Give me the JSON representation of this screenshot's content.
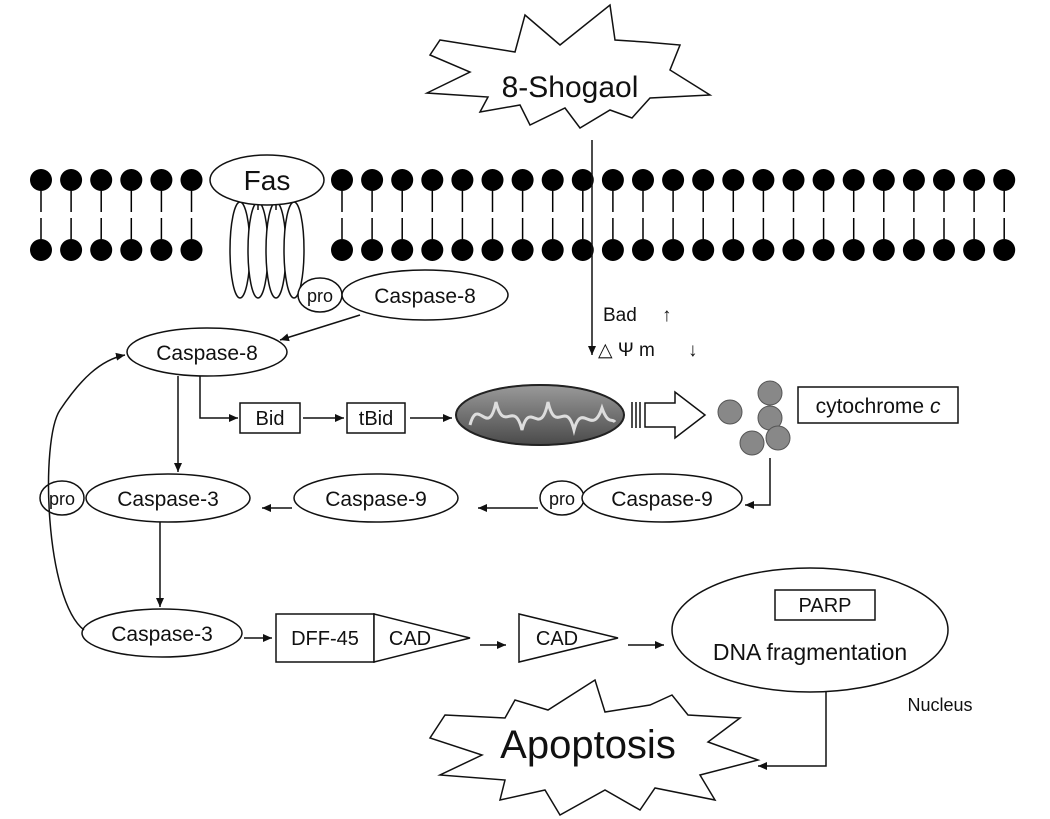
{
  "colors": {
    "lipid": "#000000",
    "cytochrome_dot": "#888888",
    "mitochondrion": "#6e6e6e"
  },
  "drug": "8-Shogaol",
  "receptor": "Fas",
  "labels": {
    "pro": "pro",
    "caspase8": "Caspase-8",
    "caspase3": "Caspase-3",
    "caspase9": "Caspase-9",
    "bid": "Bid",
    "tbid": "tBid",
    "bad": "Bad",
    "up_arrow": "↑",
    "psi": "△ Ψ m",
    "down_arrow": "↓",
    "cytochrome": "cytochrome ",
    "cytochrome_italic": "c",
    "dff45": "DFF-45",
    "cad": "CAD",
    "parp": "PARP",
    "dna_fragmentation": "DNA fragmentation",
    "nucleus": "Nucleus",
    "apoptosis": "Apoptosis"
  },
  "icons": [
    "starburst-icon",
    "lipid-bilayer-icon",
    "mitochondrion-icon",
    "block-arrow-icon",
    "cytochrome-dots-icon"
  ]
}
